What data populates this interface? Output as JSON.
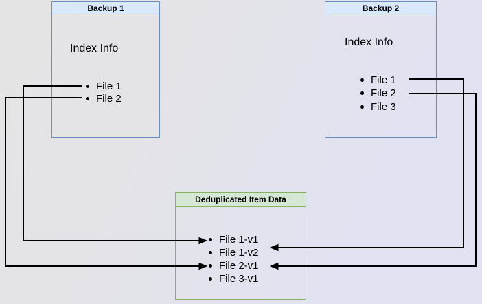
{
  "diagram": {
    "backup1": {
      "title": "Backup 1",
      "subtitle": "Index Info",
      "items": [
        "File 1",
        "File 2"
      ]
    },
    "backup2": {
      "title": "Backup 2",
      "subtitle": "Index Info",
      "items": [
        "File 1",
        "File 2",
        "File 3"
      ]
    },
    "dedup": {
      "title": "Deduplicated Item Data",
      "items": [
        "File 1-v1",
        "File 1-v2",
        "File 2-v1",
        "File 3-v1"
      ]
    },
    "connections": [
      {
        "from": "Backup 1 / File 1",
        "to": "File 1-v1"
      },
      {
        "from": "Backup 1 / File 2",
        "to": "File 2-v1"
      },
      {
        "from": "Backup 2 / File 1",
        "to": "File 1-v2"
      },
      {
        "from": "Backup 2 / File 2",
        "to": "File 2-v1"
      }
    ],
    "colors": {
      "backup_header_fill": "#dae8fc",
      "backup_border": "#6c8ebf",
      "dedup_header_fill": "#d5e8d4",
      "dedup_border": "#82b366",
      "connector": "#000000",
      "text": "#000000"
    }
  }
}
